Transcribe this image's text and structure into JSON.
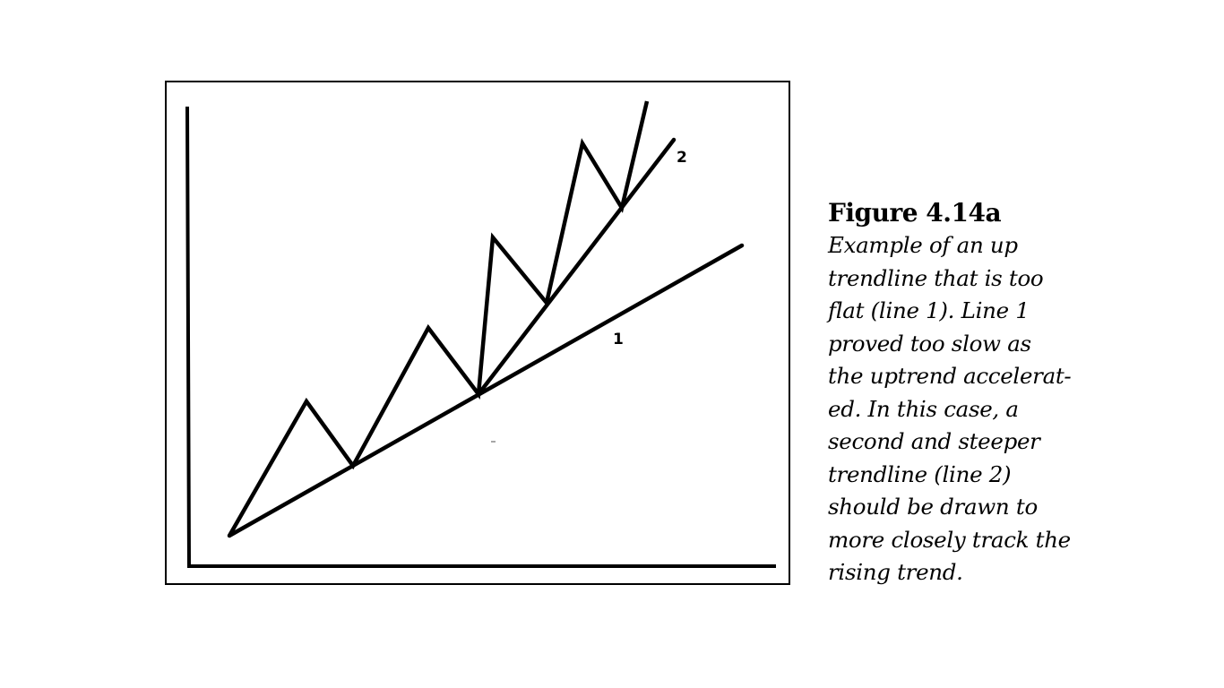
{
  "figure": {
    "line_labels": {
      "line1": "1",
      "line2": "2"
    }
  },
  "caption": {
    "title": "Figure 4.14a",
    "lines": [
      "Example of an up",
      "trendline that is too",
      "flat (line 1). Line 1",
      "proved too slow as",
      "the uptrend accelerat-",
      "ed. In this case, a",
      "second and steeper",
      "trendline (line 2)",
      "should be drawn to",
      "more closely track the",
      "rising trend."
    ]
  }
}
